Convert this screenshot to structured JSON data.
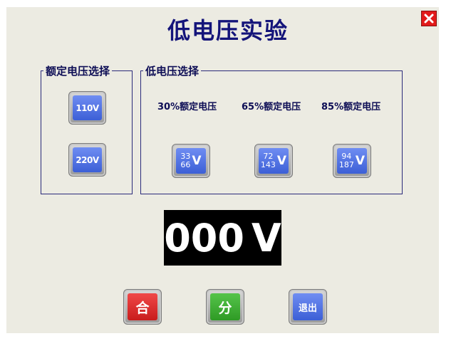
{
  "title": "低电压实验",
  "rated_group": {
    "label": "额定电压选择",
    "buttons": [
      "110V",
      "220V"
    ]
  },
  "low_group": {
    "label": "低电压选择",
    "options": [
      {
        "label": "30%额定电压",
        "top": "33",
        "bottom": "66",
        "unit": "V"
      },
      {
        "label": "65%额定电压",
        "top": "72",
        "bottom": "143",
        "unit": "V"
      },
      {
        "label": "85%额定电压",
        "top": "94",
        "bottom": "187",
        "unit": "V"
      }
    ]
  },
  "display": {
    "value": "000",
    "unit": "V"
  },
  "controls": {
    "close_label": "合",
    "open_label": "分",
    "exit_label": "退出"
  },
  "colors": {
    "accent_blue": "#3c5fd6",
    "close_red": "#c81c1c",
    "open_green": "#2f9a25",
    "title": "#14147a"
  },
  "icons": {
    "window_close": "close-icon"
  }
}
